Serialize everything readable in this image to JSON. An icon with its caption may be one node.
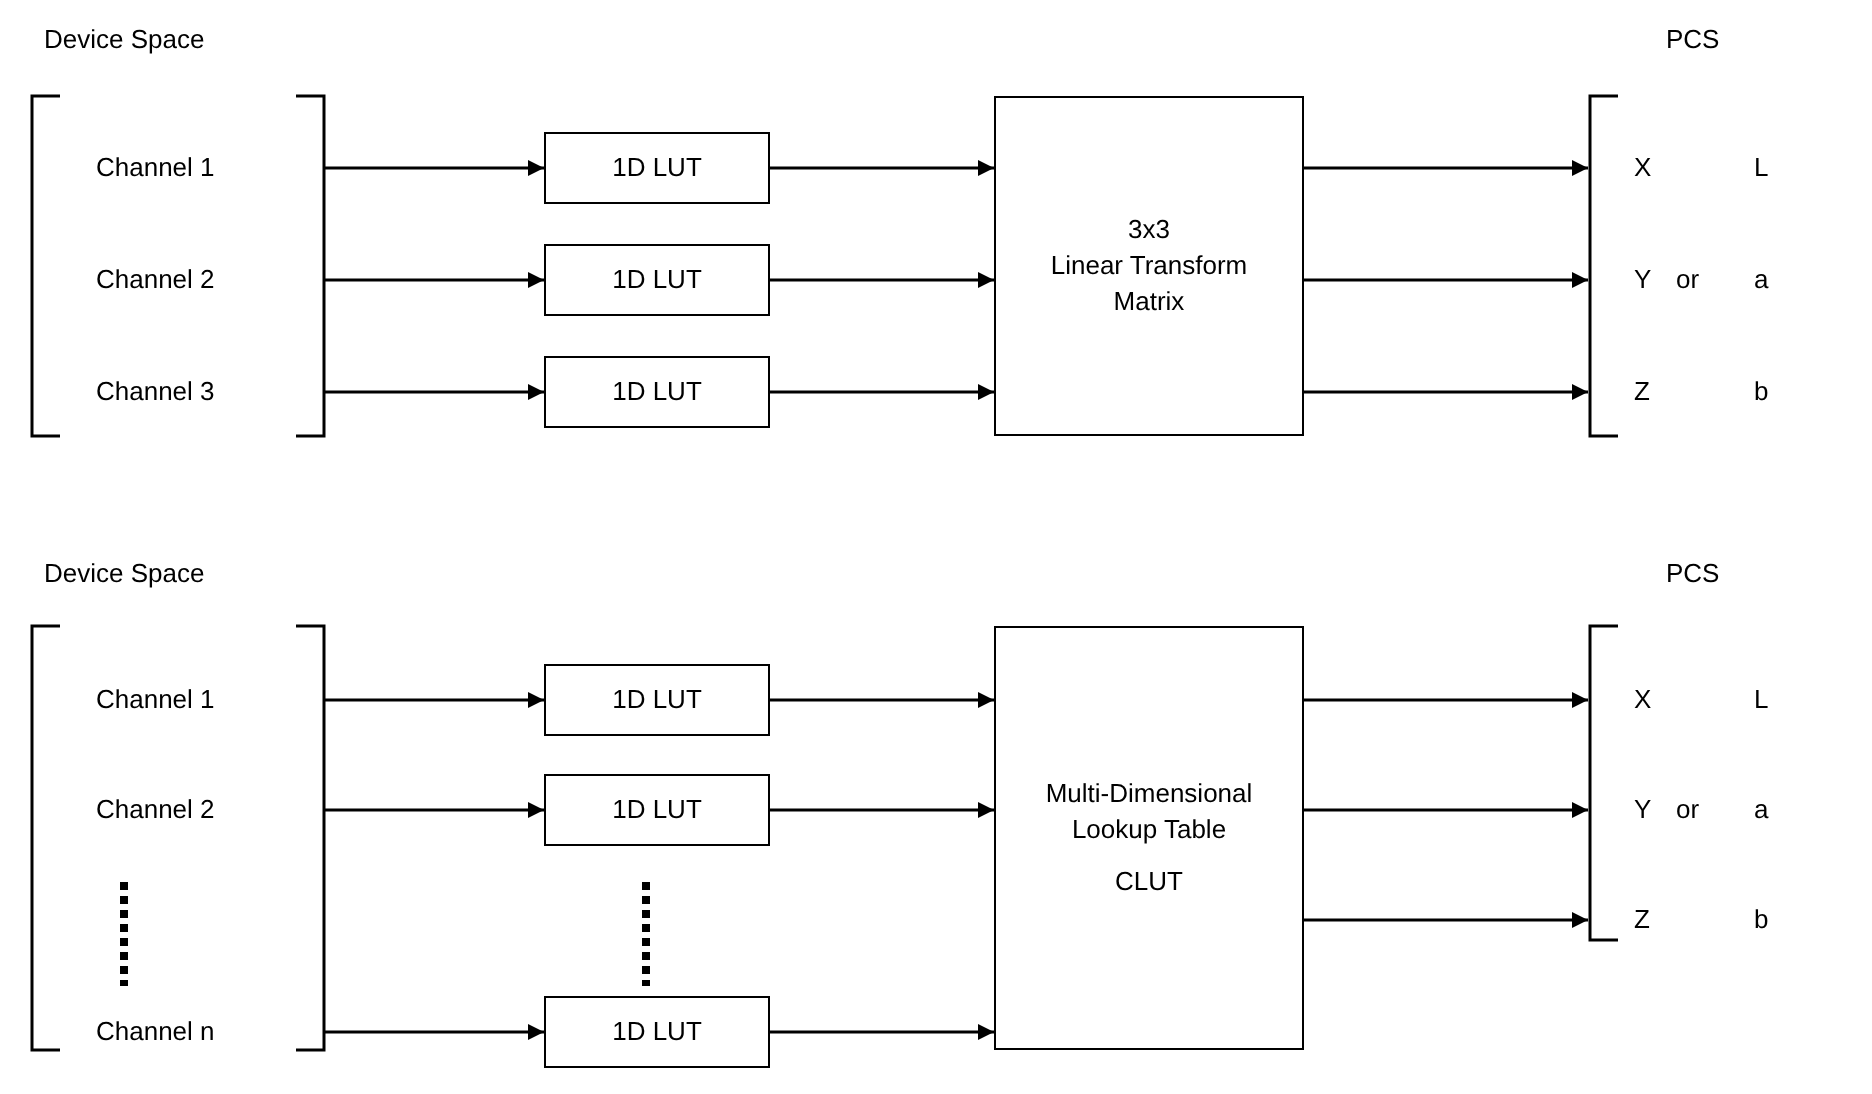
{
  "diagram": {
    "nodes": [
      {
        "text": [
          "Channel 1"
        ]
      },
      {
        "text": [
          "Channel 2"
        ]
      },
      {
        "text": [
          "Channel 3"
        ]
      },
      {
        "text": [
          "1D LUT"
        ]
      },
      {
        "text": [
          "1D LUT"
        ]
      },
      {
        "text": [
          "1D LUT"
        ]
      },
      {
        "text": [
          "3x3",
          "Linear Transform Matrix"
        ]
      },
      {
        "text": [
          "X"
        ]
      },
      {
        "text": [
          "Y"
        ]
      },
      {
        "text": [
          "Z"
        ]
      },
      {
        "text": [
          "Channel 1"
        ]
      },
      {
        "text": [
          "Channel 2"
        ]
      },
      {
        "text": [
          "Channel n"
        ]
      },
      {
        "text": [
          "1D LUT"
        ]
      },
      {
        "text": [
          "1D LUT"
        ]
      },
      {
        "text": [
          "1D LUT"
        ]
      },
      {
        "text": [
          "Multi-Dimensional Lookup Table",
          "CLUT"
        ]
      },
      {
        "text": [
          "X"
        ]
      },
      {
        "text": [
          "Y"
        ]
      },
      {
        "text": [
          "Z"
        ]
      }
    ],
    "edges": [
      {
        "from": 0,
        "to": 3,
        "arrow": "to"
      },
      {
        "from": 1,
        "to": 4,
        "arrow": "to"
      },
      {
        "from": 2,
        "to": 5,
        "arrow": "to"
      },
      {
        "from": 3,
        "to": 6,
        "arrow": "to"
      },
      {
        "from": 4,
        "to": 6,
        "arrow": "to"
      },
      {
        "from": 5,
        "to": 6,
        "arrow": "to"
      },
      {
        "from": 6,
        "to": 7,
        "arrow": "to"
      },
      {
        "from": 6,
        "to": 8,
        "arrow": "to"
      },
      {
        "from": 6,
        "to": 9,
        "arrow": "to"
      },
      {
        "from": 10,
        "to": 13,
        "arrow": "to"
      },
      {
        "from": 11,
        "to": 14,
        "arrow": "to"
      },
      {
        "from": 12,
        "to": 15,
        "arrow": "to"
      },
      {
        "from": 13,
        "to": 16,
        "arrow": "to"
      },
      {
        "from": 14,
        "to": 16,
        "arrow": "to"
      },
      {
        "from": 15,
        "to": 16,
        "arrow": "to"
      },
      {
        "from": 16,
        "to": 17,
        "arrow": "to"
      },
      {
        "from": 16,
        "to": 18,
        "arrow": "to"
      },
      {
        "from": 16,
        "to": 19,
        "arrow": "to"
      }
    ],
    "labels": [
      "Device Space",
      "PCS",
      "L",
      "or",
      "a",
      "b",
      "Device Space",
      "PCS",
      "L",
      "or",
      "a",
      "b"
    ]
  }
}
